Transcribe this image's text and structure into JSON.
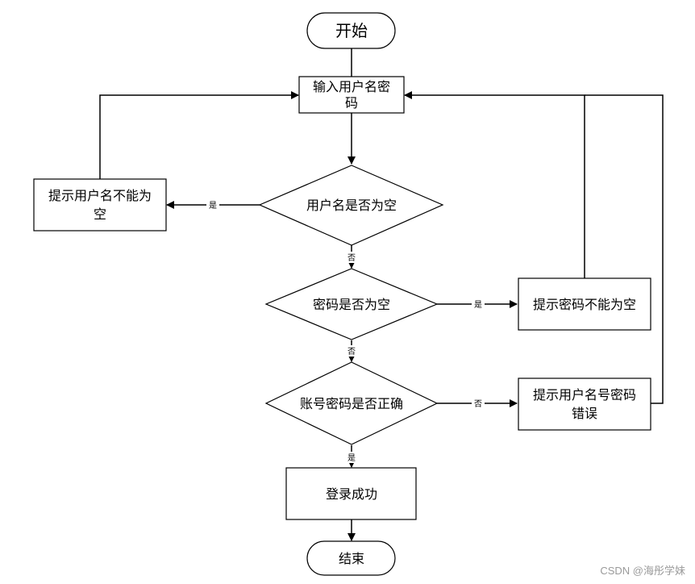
{
  "nodes": {
    "start": "开始",
    "input": [
      "输入用户名密",
      "码"
    ],
    "username_empty": "用户名是否为空",
    "prompt_username": [
      "提示用户名不能为",
      "空"
    ],
    "password_empty": "密码是否为空",
    "prompt_password": "提示密码不能为空",
    "account_check": "账号密码是否正确",
    "prompt_error": [
      "提示用户名号密码",
      "错误"
    ],
    "login_success": "登录成功",
    "end": "结束"
  },
  "edge_labels": {
    "yes": "是",
    "no": "否"
  },
  "watermark": "CSDN @海彤学妹"
}
